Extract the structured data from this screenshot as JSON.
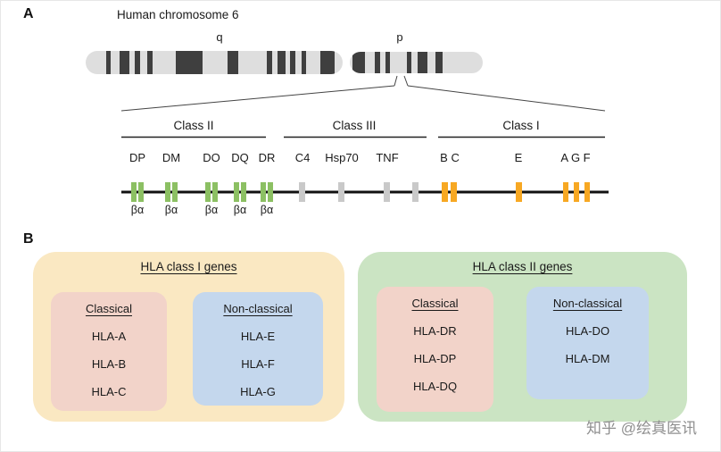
{
  "colors": {
    "chromosome_body": "#DEDEDE",
    "chromosome_band": "#3F3F3F",
    "line_dark": "#222222",
    "class2_green": "#8CC063",
    "class3_gray": "#C9C9C9",
    "class1_orange": "#F7A823",
    "box_yellow": "#FAE8C2",
    "box_green": "#CBE4C3",
    "box_pink": "#F2D3C9",
    "box_blue": "#C4D7ED"
  },
  "panelA": {
    "label": "A",
    "title": "Human chromosome 6",
    "q_label": "q",
    "p_label": "p",
    "class2_title": "Class II",
    "class3_title": "Class III",
    "class1_title": "Class I",
    "class2_genes": [
      "DP",
      "DM",
      "DO",
      "DQ",
      "DR"
    ],
    "class2_subunits": [
      "βα",
      "βα",
      "βα",
      "βα",
      "βα"
    ],
    "class3_genes": [
      "C4",
      "Hsp70",
      "TNF"
    ],
    "class1_genes": [
      "B C",
      "E",
      "A G F"
    ]
  },
  "panelB": {
    "label": "B",
    "groups": [
      {
        "title": "HLA class I genes",
        "classical": {
          "title": "Classical",
          "items": [
            "HLA-A",
            "HLA-B",
            "HLA-C"
          ]
        },
        "nonclassical": {
          "title": "Non-classical",
          "items": [
            "HLA-E",
            "HLA-F",
            "HLA-G"
          ]
        }
      },
      {
        "title": "HLA class II genes",
        "classical": {
          "title": "Classical",
          "items": [
            "HLA-DR",
            "HLA-DP",
            "HLA-DQ"
          ]
        },
        "nonclassical": {
          "title": "Non-classical",
          "items": [
            "HLA-DO",
            "HLA-DM"
          ]
        }
      }
    ]
  },
  "watermark": "知乎 @绘真医讯"
}
